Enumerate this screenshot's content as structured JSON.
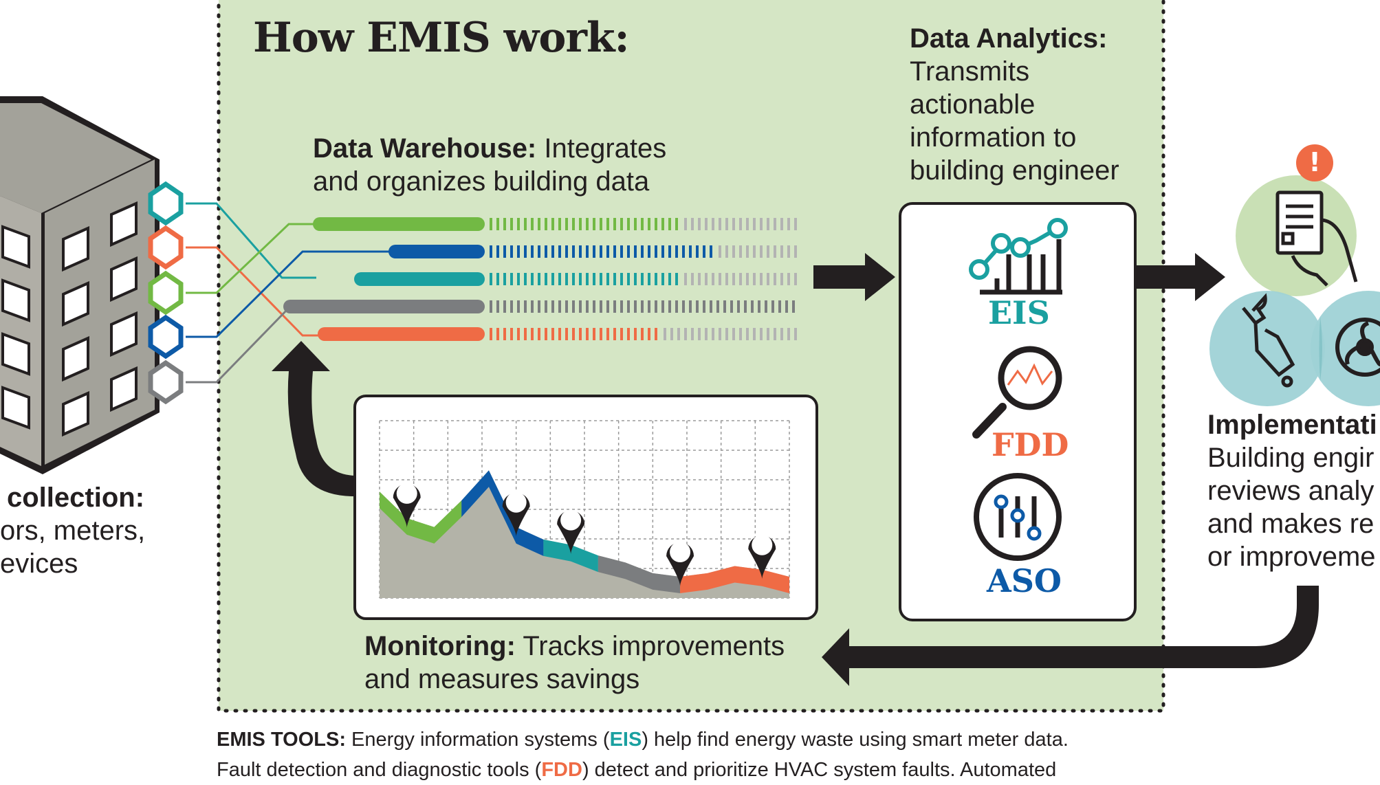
{
  "title": "How EMIS work:",
  "data_collection": {
    "heading": "collection:",
    "line1": "ors, meters,",
    "line2": "evices"
  },
  "data_warehouse": {
    "heading": "Data Warehouse:",
    "text_a": " Integrates",
    "text_b": "and organizes building data"
  },
  "data_analytics": {
    "heading": "Data Analytics:",
    "lines": [
      "Transmits",
      "actionable",
      "information to",
      "building engineer"
    ]
  },
  "tools": {
    "eis": {
      "label": "EIS",
      "color": "#1aa0a0"
    },
    "fdd": {
      "label": "FDD",
      "color": "#ef6b45"
    },
    "aso": {
      "label": "ASO",
      "color": "#0d5aa7"
    }
  },
  "implementation": {
    "heading": "Implementati",
    "lines": [
      "Building engir",
      "reviews analy",
      "and makes re",
      "or improveme"
    ]
  },
  "monitoring": {
    "heading": "Monitoring:",
    "text_a": " Tracks improvements",
    "text_b": "and measures savings"
  },
  "alert_icon": "!",
  "footer": {
    "heading": "EMIS TOOLS:",
    "line1_a": " Energy information systems (",
    "line1_tool": "EIS",
    "line1_b": ") help find energy waste using smart meter data.",
    "line2_a": "Fault detection and diagnostic tools (",
    "line2_tool": "FDD",
    "line2_b": ") detect and prioritize HVAC system faults. Automated"
  },
  "colors": {
    "panel_bg": "#d5e6c5",
    "green": "#72b944",
    "blue": "#0d5aa7",
    "teal": "#1aa0a0",
    "gray": "#7b7d7f",
    "orange": "#ef6b45",
    "dark": "#231f20",
    "circle_green": "#c9e0b5",
    "circle_teal": "#9fd2d6"
  },
  "chart_data": {
    "type": "area",
    "title": "",
    "xlabel": "",
    "ylabel": "",
    "x": [
      0,
      1,
      2,
      3,
      4,
      5,
      6,
      7,
      8,
      9,
      10,
      11,
      12,
      13,
      14,
      15
    ],
    "y": [
      60,
      45,
      40,
      55,
      72,
      40,
      33,
      30,
      24,
      20,
      14,
      12,
      14,
      18,
      16,
      12
    ],
    "ylim": [
      0,
      100
    ],
    "segments": [
      {
        "name": "",
        "color": "green",
        "from": 0,
        "to": 3
      },
      {
        "name": "",
        "color": "blue",
        "from": 3,
        "to": 6
      },
      {
        "name": "",
        "color": "teal",
        "from": 6,
        "to": 8
      },
      {
        "name": "",
        "color": "gray",
        "from": 8,
        "to": 11
      },
      {
        "name": "",
        "color": "orange",
        "from": 11,
        "to": 15
      }
    ],
    "pins_at_x": [
      1,
      5,
      7,
      11,
      14
    ],
    "grid": true
  }
}
